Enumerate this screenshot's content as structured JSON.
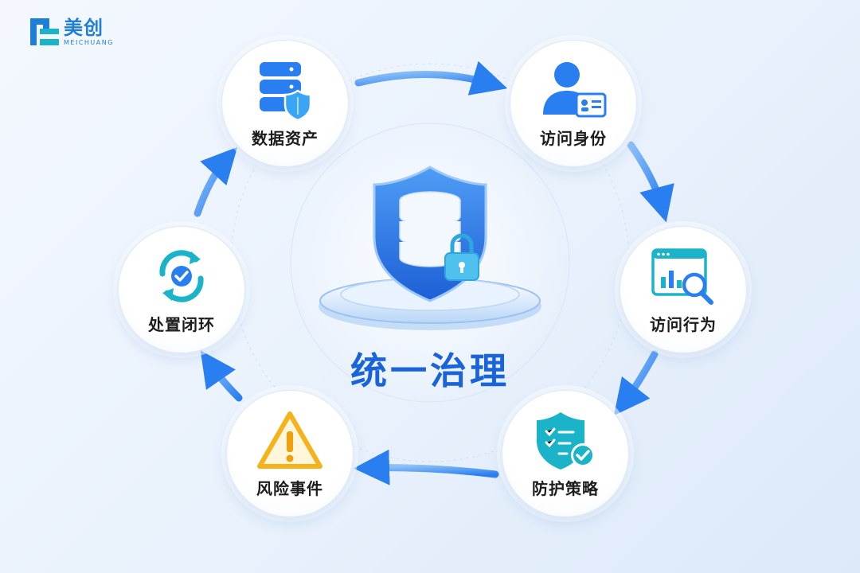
{
  "logo": {
    "name_cn": "美创",
    "name_en": "MEICHUANG"
  },
  "center": {
    "title": "统一治理",
    "icon": "shield-database-lock-icon"
  },
  "nodes": [
    {
      "label": "数据资产",
      "icon": "database-shield-icon"
    },
    {
      "label": "访问身份",
      "icon": "user-id-card-icon"
    },
    {
      "label": "访问行为",
      "icon": "browser-chart-magnifier-icon"
    },
    {
      "label": "防护策略",
      "icon": "shield-checklist-icon"
    },
    {
      "label": "风险事件",
      "icon": "warning-triangle-icon"
    },
    {
      "label": "处置闭环",
      "icon": "refresh-check-icon"
    }
  ],
  "colors": {
    "primary": "#1a63d8",
    "accent": "#2a86f0",
    "teal": "#1bb3c8",
    "warning": "#f5b21b"
  }
}
